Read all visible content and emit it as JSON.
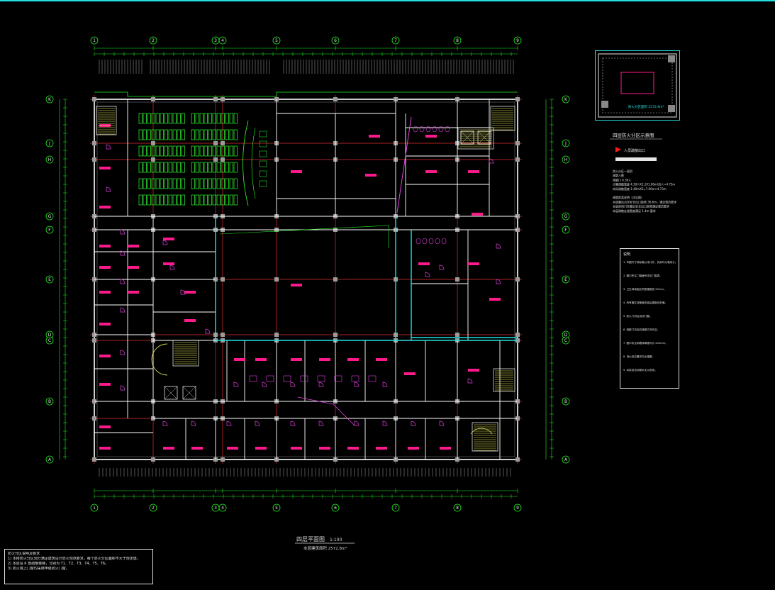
{
  "drawing": {
    "colors": {
      "background": "#000000",
      "wall": "#ffffff",
      "grid_line": "#e03030",
      "dimension": "#22ee22",
      "fire_partition": "#22e0e0",
      "room_label": "#ff1a8c",
      "door": "#e040e0",
      "stair": "#ffff66",
      "text": "#d8d8d8"
    },
    "axes_horizontal": [
      "1",
      "2",
      "3",
      "4",
      "5",
      "6",
      "7",
      "8",
      "9"
    ],
    "axes_vertical": [
      "K",
      "J",
      "H",
      "G",
      "F",
      "E",
      "D",
      "C",
      "B",
      "A"
    ],
    "title": "四层平面图",
    "scale": "1:100",
    "area_note": "本层建筑面积 2572.8m²",
    "legend": {
      "heading": "四层防火分区示意图",
      "inset_label": "防火分区面积 2572.8m²",
      "entry_marker": "人员疏散出口",
      "lines": [
        "防火分区一面积",
        "疏散人数",
        "疏散门 4.30人",
        "计算疏散宽度 4.30人X1.1X1.00m/百人=4.73m",
        "实际疏散宽度 1.40mX5=7.00m>4.73m",
        "",
        "疏散距离说明（详见图）",
        "本层最远点至安全出口距离 36.6m，满足规范要求",
        "本层房间门至最近安全出口距离满足规范要求",
        "本层疏散走道宽度满足 1.4m 要求"
      ]
    },
    "notes": {
      "heading": "说明",
      "items": [
        "1. 本图尺寸除标高以米计外，其余均以毫米计。",
        "2. 图中所注门窗编号详见门窗表。",
        "3. 卫生间地面比同层楼面低 20mm。",
        "4. 所有管井待管道安装后楼板处封堵。",
        "5. 防火门均应设闭门器。",
        "6. 疏散门均应向疏散方向开启。",
        "7. 图中未注明墙体厚度均为 200mm。",
        "8. 消火栓位置详见水施图。",
        "9. 本层设自动喷水灭火系统。"
      ]
    },
    "bottom_note": {
      "heading": "防火分区说明及要求",
      "items": [
        "1) 本楼防火分区划分满足建筑设计防火规范要求，每个防火分区面积不大于规定值。",
        "2) 本层设 6 部疏散楼梯，分别为 T1、T2、T3、T4、T5、T6。",
        "3) 防火墙上门窗均采用甲级防火门窗。"
      ]
    }
  }
}
